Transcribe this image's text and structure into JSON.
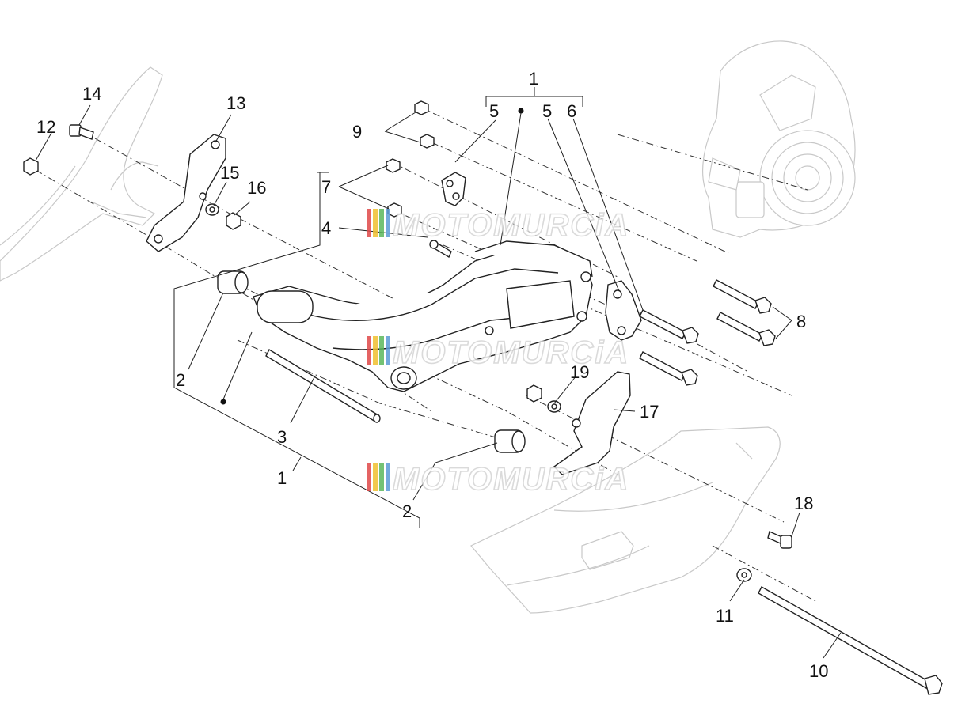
{
  "callouts": [
    {
      "id": "c1-top",
      "text": "1"
    },
    {
      "id": "c5-a",
      "text": "5"
    },
    {
      "id": "c5-b",
      "text": "5"
    },
    {
      "id": "c6",
      "text": "6"
    },
    {
      "id": "c9",
      "text": "9"
    },
    {
      "id": "c7",
      "text": "7"
    },
    {
      "id": "c4",
      "text": "4"
    },
    {
      "id": "c14",
      "text": "14"
    },
    {
      "id": "c12",
      "text": "12"
    },
    {
      "id": "c13",
      "text": "13"
    },
    {
      "id": "c15",
      "text": "15"
    },
    {
      "id": "c16",
      "text": "16"
    },
    {
      "id": "c2-a",
      "text": "2"
    },
    {
      "id": "c3",
      "text": "3"
    },
    {
      "id": "c1-bottom",
      "text": "1"
    },
    {
      "id": "c2-b",
      "text": "2"
    },
    {
      "id": "c19",
      "text": "19"
    },
    {
      "id": "c17",
      "text": "17"
    },
    {
      "id": "c8",
      "text": "8"
    },
    {
      "id": "c18",
      "text": "18"
    },
    {
      "id": "c11",
      "text": "11"
    },
    {
      "id": "c10",
      "text": "10"
    }
  ],
  "watermark": {
    "text": "MOTOMURCiA",
    "colors": [
      "#e04848",
      "#f0c030",
      "#5cb85c",
      "#5b9bd5"
    ]
  }
}
